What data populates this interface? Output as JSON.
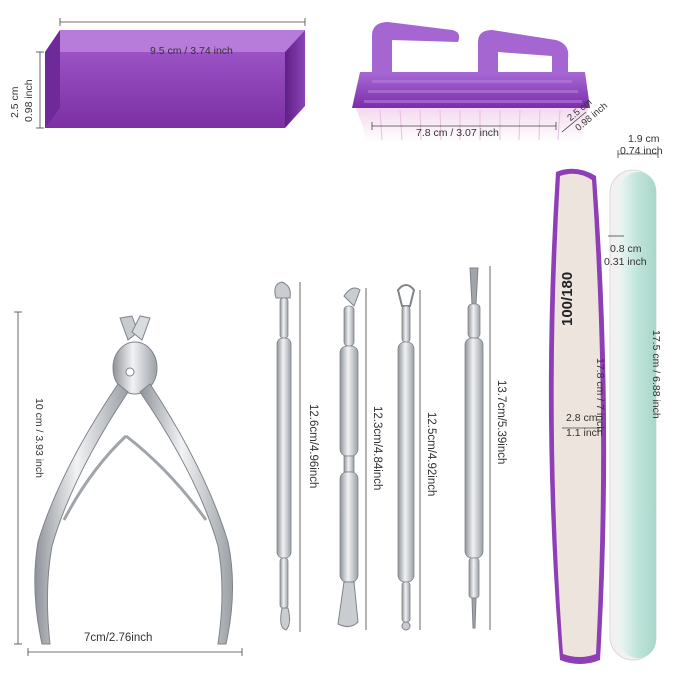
{
  "items": {
    "buffer_block": {
      "length": "9.5 cm / 3.74 inch",
      "height_cm": "2.5 cm",
      "height_in": "0.98 inch"
    },
    "nail_brush": {
      "length": "7.8 cm / 3.07 inch",
      "depth_cm": "2.5 cm",
      "depth_in": "0.98 inch"
    },
    "cuticle_nipper": {
      "height": "10 cm / 3.93 inch",
      "width": "7cm/2.76inch"
    },
    "pusher_1": {
      "length": "12.6cm/4.96inch"
    },
    "pusher_2": {
      "length": "12.3cm/4.84inch"
    },
    "pusher_3": {
      "length": "12.5cm/4.92inch"
    },
    "pusher_4": {
      "length": "13.7cm/5.39inch"
    },
    "file_100_180": {
      "grit": "100/180",
      "width_cm": "2.8 cm",
      "width_in": "1.1 inch",
      "length": "17.8 cm / 7 inch"
    },
    "buffer_file": {
      "width_cm": "1.9 cm",
      "width_in": "0.74 inch",
      "thickness_cm": "0.8 cm",
      "thickness_in": "0.31 inch",
      "length": "17.5 cm / 6.88 inch"
    }
  },
  "colors": {
    "purple": "#8e3fb5",
    "purple_light": "#c58ee0",
    "steel": "#c9ccd0",
    "file_beige": "#ede4de",
    "file_mint": "#bfe3d9"
  }
}
